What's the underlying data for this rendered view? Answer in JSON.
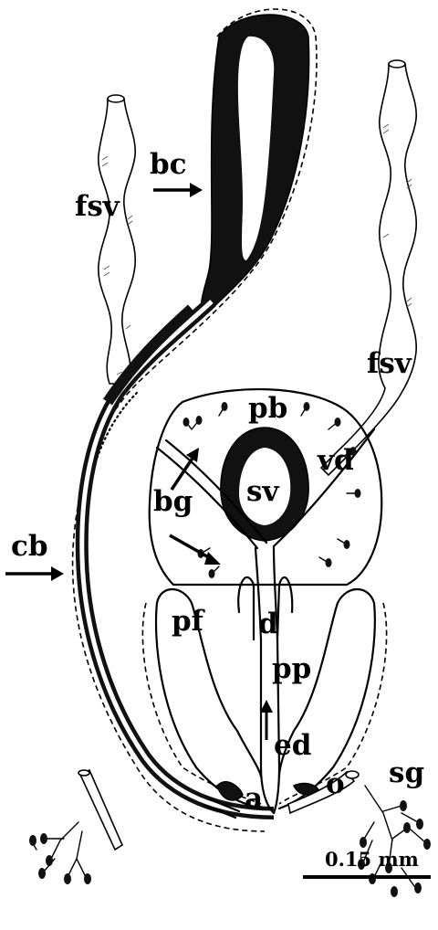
{
  "labels": {
    "bc": "bc",
    "fsv_left": "fsv",
    "fsv_right": "fsv",
    "pb": "pb",
    "vd": "vd",
    "sv": "sv",
    "bg": "bg",
    "cb": "cb",
    "pf": "pf",
    "d": "d",
    "pp": "pp",
    "ed": "ed",
    "sg": "sg",
    "a": "a",
    "o": "o"
  },
  "scale_bar": {
    "text": "0.15 mm"
  },
  "colors": {
    "ink": "#000000",
    "background": "#ffffff"
  }
}
